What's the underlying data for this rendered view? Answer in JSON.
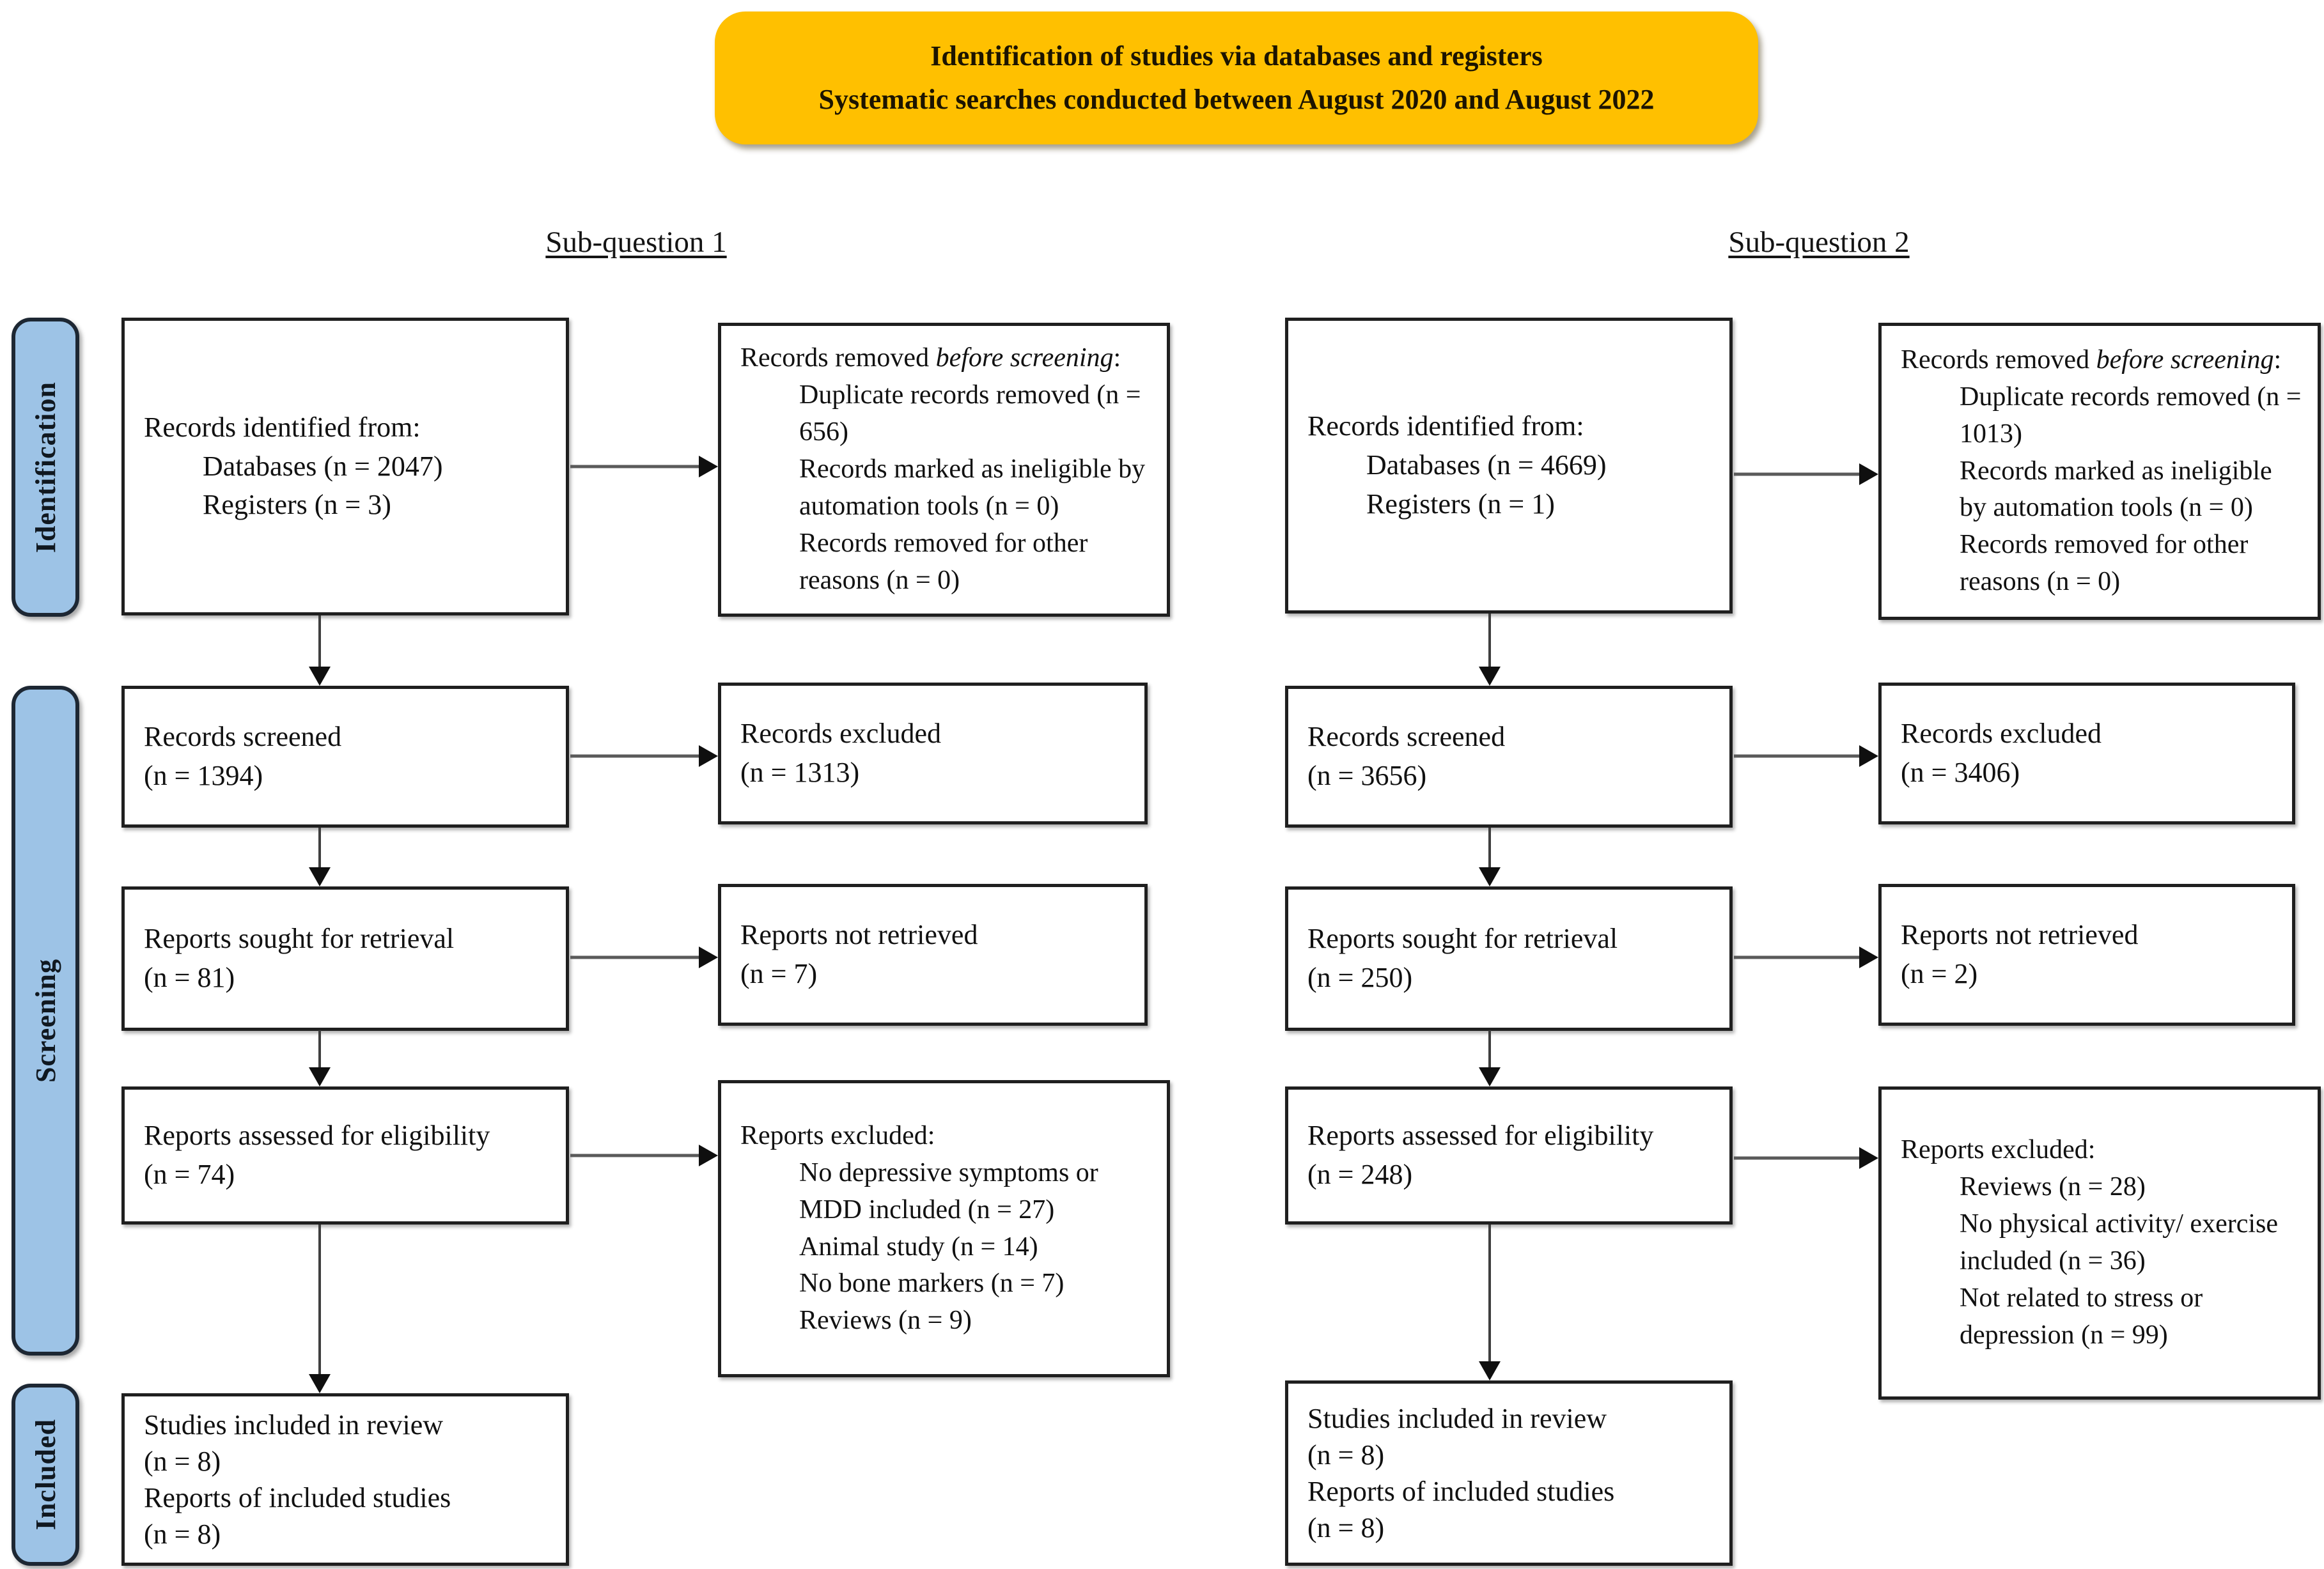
{
  "colors": {
    "header_bg": "#FFC000",
    "stage_bg": "#9DC3E6",
    "box_border": "#1f1f1f",
    "arrow": "#3f3f3f"
  },
  "header": {
    "line1": "Identification of studies via databases and registers",
    "line2": "Systematic searches conducted between August 2020 and August 2022"
  },
  "stages": [
    "Identification",
    "Screening",
    "Included"
  ],
  "columns": [
    {
      "heading": "Sub-question 1",
      "records_identified": {
        "title": "Records identified from:",
        "items": [
          "Databases (n = 2047)",
          "Registers (n = 3)"
        ]
      },
      "records_removed": {
        "prefix": "Records removed ",
        "italic": "before screening",
        "suffix": ":",
        "items": [
          "Duplicate records removed (n = 656)",
          "Records marked as ineligible by automation tools (n = 0)",
          "Records removed for other reasons (n = 0)"
        ]
      },
      "records_screened": {
        "lines": [
          "Records screened",
          "(n = 1394)"
        ]
      },
      "records_excluded": {
        "lines": [
          "Records excluded",
          "(n = 1313)"
        ]
      },
      "reports_sought": {
        "lines": [
          "Reports sought for retrieval",
          "(n = 81)"
        ]
      },
      "reports_not_retrieved": {
        "lines": [
          "Reports not retrieved",
          "(n = 7)"
        ]
      },
      "reports_assessed": {
        "lines": [
          "Reports assessed for eligibility",
          "(n = 74)"
        ]
      },
      "reports_excluded": {
        "title": "Reports excluded:",
        "items": [
          "No depressive symptoms or MDD included (n = 27)",
          "Animal study (n = 14)",
          "No bone markers (n = 7)",
          "Reviews (n = 9)"
        ]
      },
      "included": {
        "lines": [
          "Studies included in review",
          "(n = 8)",
          "Reports of included studies",
          "(n = 8)"
        ]
      }
    },
    {
      "heading": "Sub-question 2",
      "records_identified": {
        "title": "Records identified from:",
        "items": [
          "Databases (n = 4669)",
          "Registers (n = 1)"
        ]
      },
      "records_removed": {
        "prefix": "Records removed ",
        "italic": "before screening",
        "suffix": ":",
        "items": [
          "Duplicate records removed (n = 1013)",
          "Records marked as ineligible by automation tools (n = 0)",
          "Records removed for other reasons (n = 0)"
        ]
      },
      "records_screened": {
        "lines": [
          "Records screened",
          "(n = 3656)"
        ]
      },
      "records_excluded": {
        "lines": [
          "Records excluded",
          "(n = 3406)"
        ]
      },
      "reports_sought": {
        "lines": [
          "Reports sought for retrieval",
          "(n = 250)"
        ]
      },
      "reports_not_retrieved": {
        "lines": [
          "Reports not retrieved",
          "(n = 2)"
        ]
      },
      "reports_assessed": {
        "lines": [
          "Reports assessed for eligibility",
          "(n = 248)"
        ]
      },
      "reports_excluded": {
        "title": "Reports excluded:",
        "items": [
          "Reviews (n = 28)",
          "No physical activity/ exercise included (n = 36)",
          "Not related to stress or depression (n = 99)"
        ]
      },
      "included": {
        "lines": [
          "Studies included in review",
          "(n = 8)",
          "Reports of included studies",
          "(n = 8)"
        ]
      }
    }
  ]
}
